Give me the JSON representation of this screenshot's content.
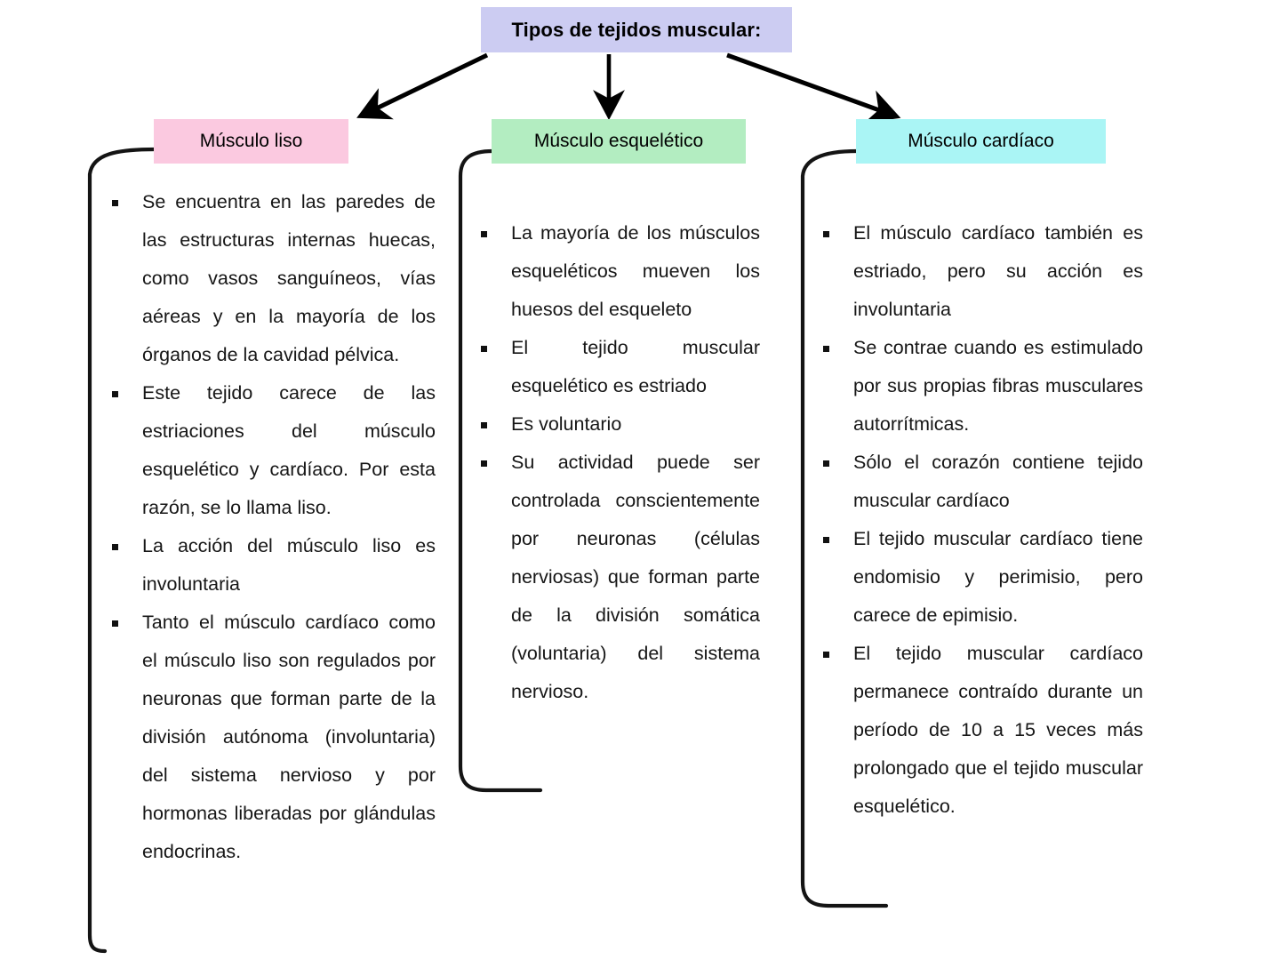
{
  "diagram": {
    "title": {
      "label": "Tipos de tejidos muscular:",
      "color": "#ccccf2"
    },
    "branches": [
      {
        "id": "musculo-liso",
        "header": "Músculo liso",
        "color": "#fbc9e0",
        "bullets": [
          "Se encuentra en las paredes de las estructuras internas huecas, como vasos sanguíneos, vías aéreas y en la mayoría de los órganos de la cavidad pélvica.",
          "Este tejido carece de las estriaciones del músculo esquelético y cardíaco. Por esta razón, se lo llama liso.",
          "La acción del músculo liso es involuntaria",
          "Tanto el músculo cardíaco como el músculo liso son regulados por neuronas que forman parte de la división autónoma (involuntaria) del sistema nervioso y por hormonas liberadas por glándulas endocrinas."
        ]
      },
      {
        "id": "musculo-esqueletico",
        "header": "Músculo esquelético",
        "color": "#b3edc1",
        "bullets": [
          "La mayoría de los músculos esqueléticos mueven los huesos del esqueleto",
          "El tejido muscular esquelético es estriado",
          "Es voluntario",
          "Su actividad puede ser controlada conscientemente por neuronas (células nerviosas) que forman parte de la división somática (voluntaria) del sistema nervioso."
        ]
      },
      {
        "id": "musculo-cardiaco",
        "header": "Músculo cardíaco",
        "color": "#aaf5f5",
        "bullets": [
          "El músculo cardíaco también es estriado, pero su acción es involuntaria",
          "Se contrae cuando es estimulado por sus propias fibras musculares autorrítmicas.",
          "Sólo el corazón contiene tejido muscular cardíaco",
          "El tejido muscular cardíaco tiene endomisio y perimisio, pero carece de epimisio.",
          "El tejido muscular cardíaco permanece contraído durante un período de 10 a 15 veces más prolongado que el tejido muscular esquelético."
        ]
      }
    ],
    "connectors": {
      "arrow_color": "#000000",
      "bracket_color": "#000000"
    }
  }
}
